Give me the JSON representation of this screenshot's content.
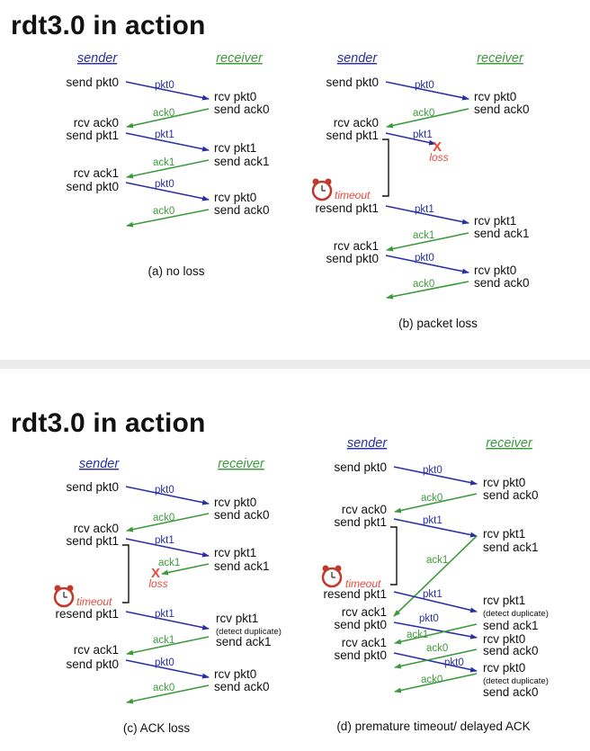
{
  "slide1": {
    "title": "rdt3.0 in action",
    "a": {
      "sender": "sender",
      "receiver": "receiver",
      "caption": "(a) no loss",
      "events": {
        "s1": "send pkt0",
        "r1": "rcv pkt0",
        "r2": "send ack0",
        "s2": "rcv ack0",
        "s3": "send pkt1",
        "r3": "rcv pkt1",
        "r4": "send ack1",
        "s4": "rcv ack1",
        "s5": "send pkt0",
        "r5": "rcv pkt0",
        "r6": "send ack0"
      },
      "msgs": {
        "m1": "pkt0",
        "m2": "ack0",
        "m3": "pkt1",
        "m4": "ack1",
        "m5": "pkt0",
        "m6": "ack0"
      }
    },
    "b": {
      "sender": "sender",
      "receiver": "receiver",
      "caption": "(b) packet loss",
      "loss_mark": "X",
      "loss": "loss",
      "timeout": "timeout",
      "events": {
        "s1": "send pkt0",
        "r1": "rcv pkt0",
        "r2": "send ack0",
        "s2": "rcv ack0",
        "s3": "send pkt1",
        "s4": "resend pkt1",
        "r3": "rcv pkt1",
        "r4": "send ack1",
        "s5": "rcv ack1",
        "s6": "send pkt0",
        "r5": "rcv pkt0",
        "r6": "send ack0"
      },
      "msgs": {
        "m1": "pkt0",
        "m2": "ack0",
        "m3": "pkt1",
        "m4": "pkt1",
        "m5": "ack1",
        "m6": "pkt0",
        "m7": "ack0"
      }
    }
  },
  "slide2": {
    "title": "rdt3.0 in action",
    "c": {
      "sender": "sender",
      "receiver": "receiver",
      "caption": "(c) ACK loss",
      "loss_mark": "X",
      "loss": "loss",
      "timeout": "timeout",
      "events": {
        "s1": "send pkt0",
        "r1": "rcv pkt0",
        "r2": "send ack0",
        "s2": "rcv ack0",
        "s3": "send pkt1",
        "r3": "rcv pkt1",
        "r4": "send ack1",
        "s4": "resend pkt1",
        "r5": "rcv pkt1",
        "r5b": "(detect duplicate)",
        "r6": "send ack1",
        "s5": "rcv ack1",
        "s6": "send pkt0",
        "r7": "rcv pkt0",
        "r8": "send ack0"
      },
      "msgs": {
        "m1": "pkt0",
        "m2": "ack0",
        "m3": "pkt1",
        "m4": "ack1",
        "m5": "pkt1",
        "m6": "ack1",
        "m7": "pkt0",
        "m8": "ack0"
      }
    },
    "d": {
      "sender": "sender",
      "receiver": "receiver",
      "caption": "(d) premature timeout/ delayed ACK",
      "timeout": "timeout",
      "events": {
        "s1": "send pkt0",
        "r1": "rcv pkt0",
        "r2": "send ack0",
        "s2": "rcv ack0",
        "s3": "send pkt1",
        "r3": "rcv pkt1",
        "r4": "send ack1",
        "s4": "resend pkt1",
        "s5": "rcv ack1",
        "s6": "send pkt0",
        "r5": "rcv pkt1",
        "r5b": "(detect duplicate)",
        "r6": "send ack1",
        "s7": "rcv ack1",
        "s8": "send pkt0",
        "r7": "rcv pkt0",
        "r8": "send ack0",
        "r9": "rcv pkt0",
        "r9b": "(detect duplicate)",
        "r10": "send ack0"
      },
      "msgs": {
        "m1": "pkt0",
        "m2": "ack0",
        "m3": "pkt1",
        "m4": "ack1",
        "m5": "pkt1",
        "m6": "pkt0",
        "m7": "ack1",
        "m8": "pkt0",
        "m9": "ack0",
        "m10": "ack0"
      }
    }
  },
  "colors": {
    "pkt": "#2a2fa6",
    "ack": "#3c9a3c",
    "accent": "#e84a3a",
    "separator": "#ebebeb"
  }
}
